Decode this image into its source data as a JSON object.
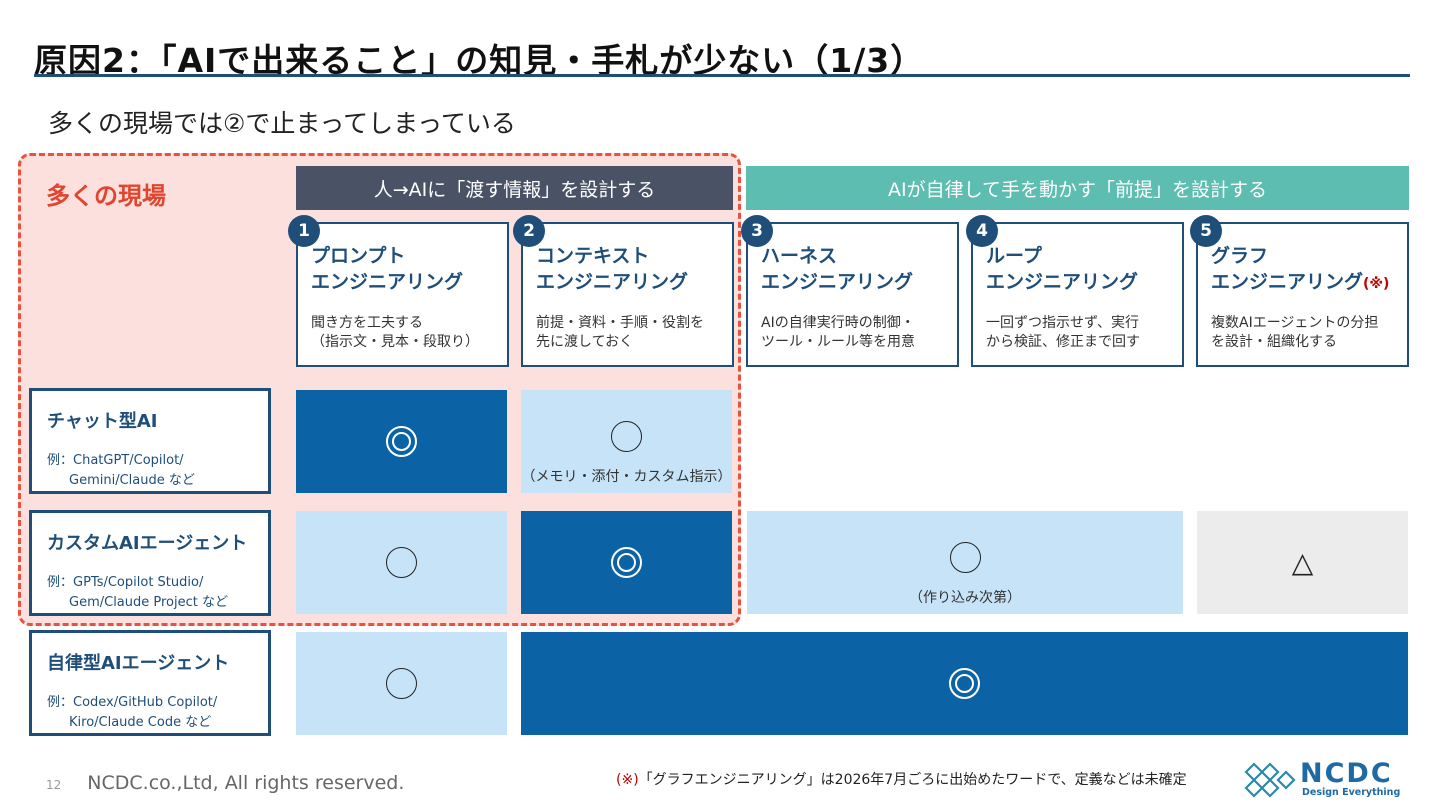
{
  "slide": {
    "title": "原因2：「AIで出来ること」の知見・手札が少ない（1/3）",
    "subtitle": "多くの現場では②で止まってしまっている",
    "current_area_label": "多くの現場"
  },
  "headers": {
    "left": "人→AIに「渡す情報」を設計する",
    "right": "AIが自律して手を動かす「前提」を設計する"
  },
  "cards": [
    {
      "number": "1",
      "title_line1": "プロンプト",
      "title_line2": "エンジニアリング",
      "title_note": "",
      "desc_line1": "聞き方を工夫する",
      "desc_line2": "（指示文・見本・段取り）"
    },
    {
      "number": "2",
      "title_line1": "コンテキスト",
      "title_line2": "エンジニアリング",
      "title_note": "",
      "desc_line1": "前提・資料・手順・役割を",
      "desc_line2": "先に渡しておく"
    },
    {
      "number": "3",
      "title_line1": "ハーネス",
      "title_line2": "エンジニアリング",
      "title_note": "",
      "desc_line1": "AIの自律実行時の制御・",
      "desc_line2": "ツール・ルール等を用意"
    },
    {
      "number": "4",
      "title_line1": "ループ",
      "title_line2": "エンジニアリング",
      "title_note": "",
      "desc_line1": "一回ずつ指示せず、実行",
      "desc_line2": "から検証、修正まで回す"
    },
    {
      "number": "5",
      "title_line1": "グラフ",
      "title_line2": "エンジニアリング",
      "title_note": "(※)",
      "desc_line1": "複数AIエージェントの分担",
      "desc_line2": "を設計・組織化する"
    }
  ],
  "rows": [
    {
      "title": "チャット型AI",
      "example_line1": "例：ChatGPT/Copilot/",
      "example_line2": "Gemini/Claude など"
    },
    {
      "title": "カスタムAIエージェント",
      "example_line1": "例：GPTs/Copilot Studio/",
      "example_line2": "Gem/Claude Project など"
    },
    {
      "title": "自律型AIエージェント",
      "example_line1": "例：Codex/GitHub Copilot/",
      "example_line2": "Kiro/Claude Code など"
    }
  ],
  "cells": {
    "r1_c2_note": "（メモリ・添付・カスタム指示）",
    "r2_c3_note": "（作り込み次第）",
    "triangle": "△"
  },
  "footer": {
    "page_number": "12",
    "copyright": "NCDC.co.,Ltd, All rights reserved.",
    "footnote_mark": "(※)",
    "footnote_text": "「グラフエンジニアリング」は2026年7月ごろに出始めたワードで、定義などは未確定",
    "logo_text": "NCDC",
    "logo_tagline": "Design Everything"
  },
  "colors": {
    "navy": "#1f4e79",
    "dark_cell": "#0b63a5",
    "light_cell": "#c6e3f8",
    "teal_header": "#5cbdb0",
    "slate_header": "#4a5366",
    "current_area_fill": "#fbe0dd",
    "current_area_border": "#e8533f",
    "note_red": "#c00000"
  },
  "icons": [
    "double-circle",
    "circle",
    "triangle",
    "ncdc-logo-mark"
  ]
}
